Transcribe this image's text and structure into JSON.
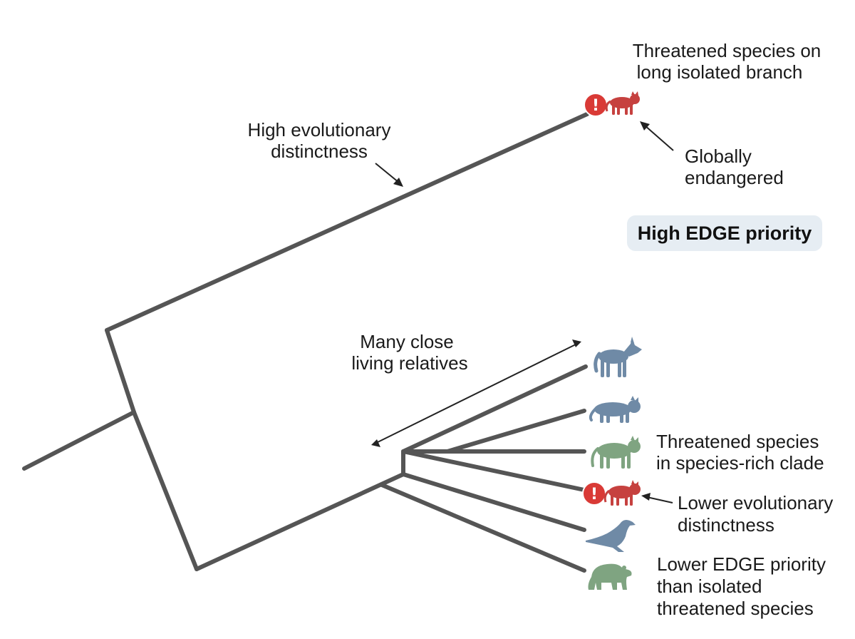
{
  "labels": {
    "isolated_title_line1": "Threatened species on",
    "isolated_title_line2": "long isolated branch",
    "high_ed_line1": "High evolutionary",
    "high_ed_line2": "distinctness",
    "globally_line1": "Globally",
    "globally_line2": "endangered",
    "high_edge_priority": "High EDGE priority",
    "relatives_line1": "Many close",
    "relatives_line2": "living relatives",
    "rich_clade_line1": "Threatened species",
    "rich_clade_line2": "in species-rich clade",
    "lower_ed_line1": "Lower evolutionary",
    "lower_ed_line2": "distinctness",
    "lower_edge_line1": "Lower EDGE priority",
    "lower_edge_line2": "than isolated",
    "lower_edge_line3": "threatened species"
  },
  "alert_symbol": "!",
  "colors": {
    "branch": "#555555",
    "threatened": "#c6413f",
    "blue_species": "#6f8aa6",
    "green_species": "#7fa481",
    "badge_bg": "#e6edf3",
    "alert_fill": "#d93a36"
  },
  "species": [
    {
      "icon": "wolf-icon",
      "status": "not-threatened",
      "color": "blue"
    },
    {
      "icon": "big-cat-icon",
      "status": "not-threatened",
      "color": "blue"
    },
    {
      "icon": "big-cat-icon",
      "status": "not-threatened",
      "color": "green"
    },
    {
      "icon": "big-cat-icon",
      "status": "threatened",
      "color": "red"
    },
    {
      "icon": "sea-lion-icon",
      "status": "not-threatened",
      "color": "blue"
    },
    {
      "icon": "bear-icon",
      "status": "not-threatened",
      "color": "green"
    },
    {
      "icon": "big-cat-icon",
      "status": "threatened-isolated",
      "color": "red"
    }
  ]
}
